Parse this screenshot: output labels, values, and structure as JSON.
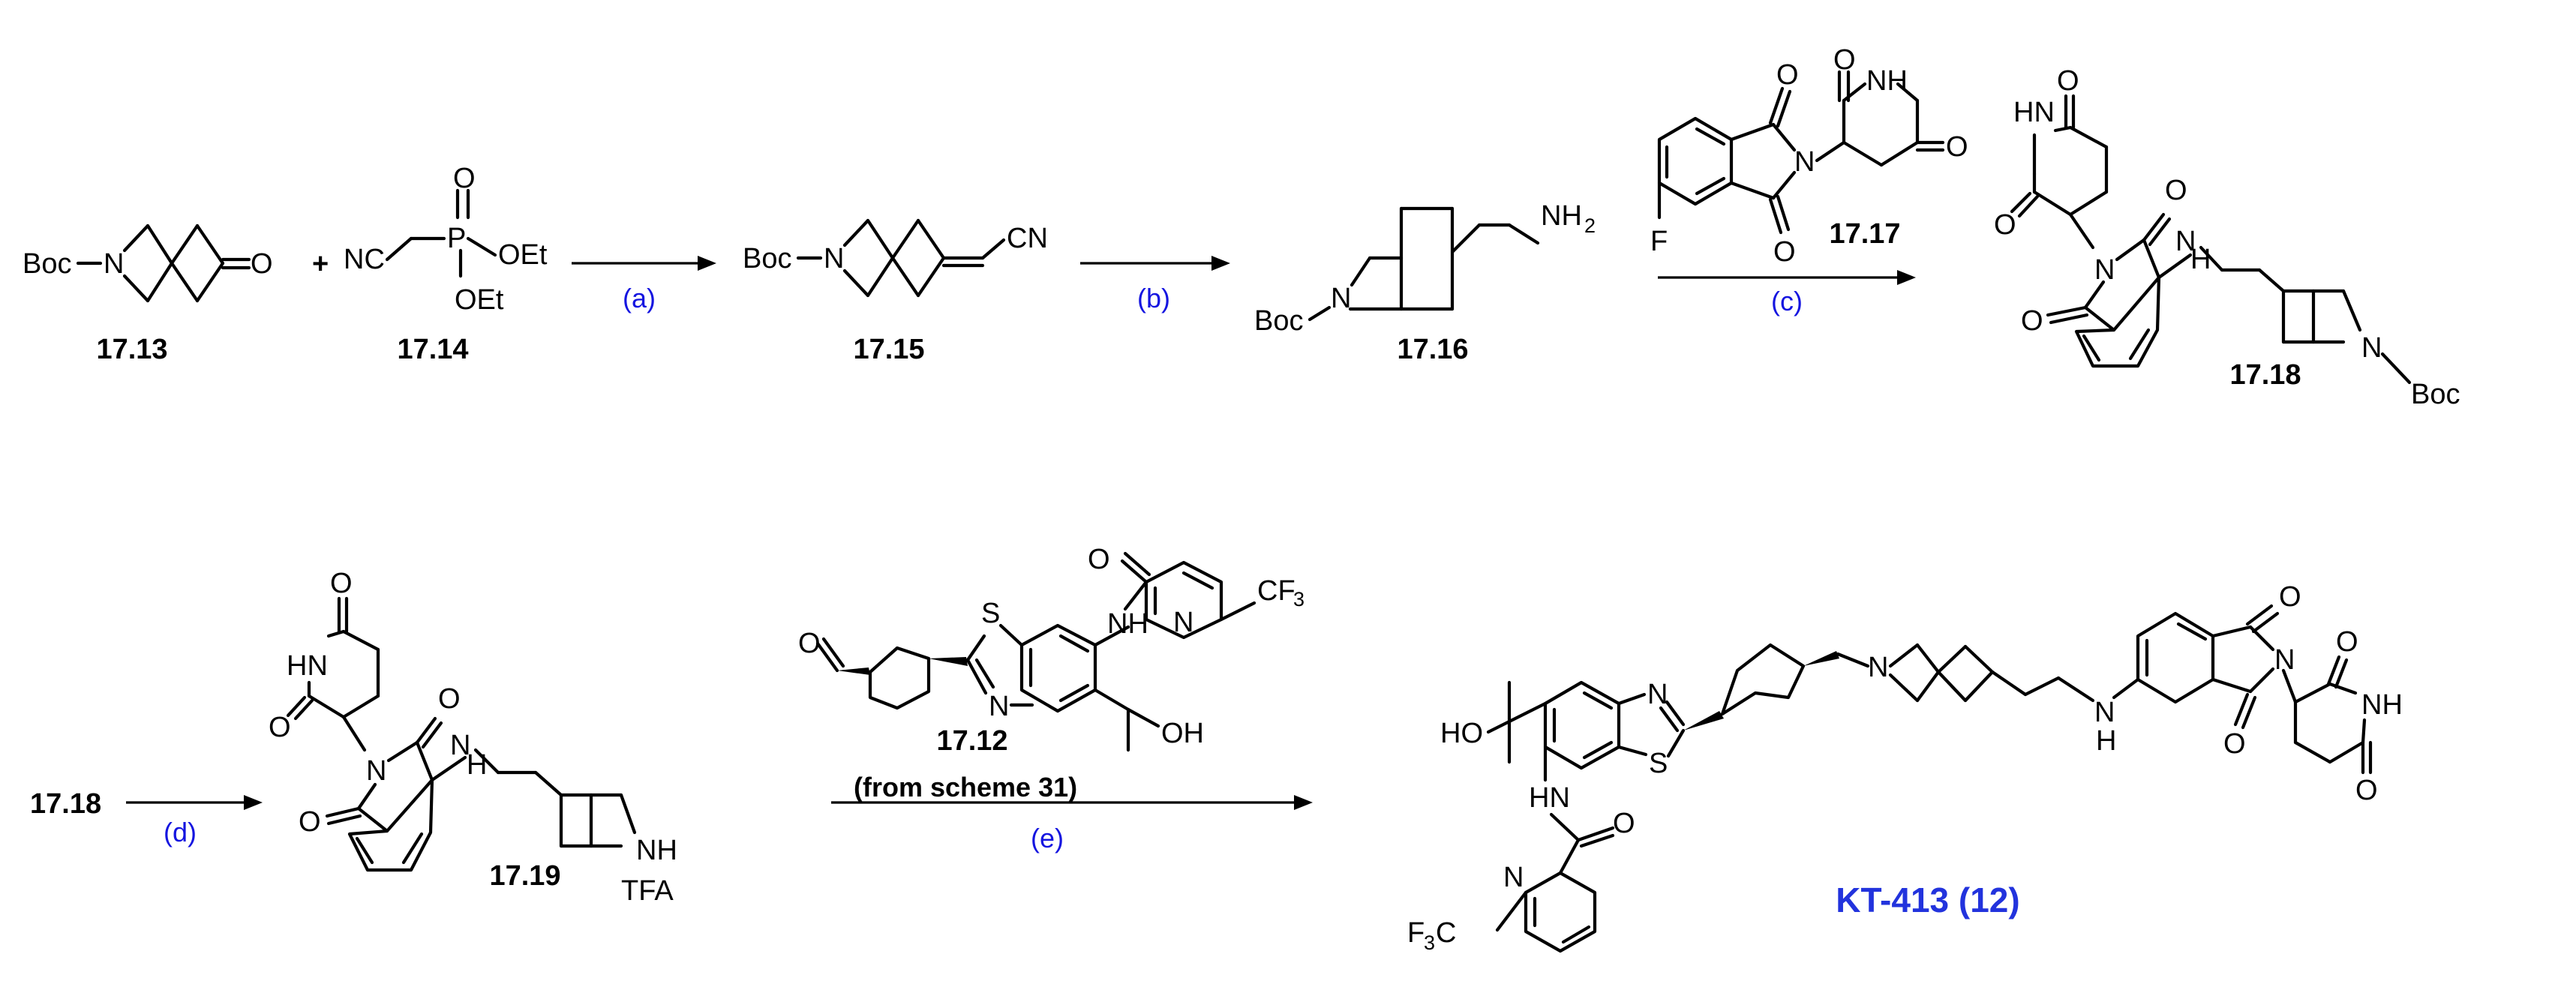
{
  "compounds": {
    "c1713": "17.13",
    "c1714": "17.14",
    "c1715": "17.15",
    "c1716": "17.16",
    "c1717": "17.17",
    "c1718": "17.18",
    "c1719": "17.19",
    "c1712": "17.12",
    "start_17_18": "17.18"
  },
  "conditions": {
    "a": "(a)",
    "b": "(b)",
    "c": "(c)",
    "d": "(d)",
    "e": "(e)",
    "from_scheme": "(from scheme 31)"
  },
  "product": "KT-413 (12)",
  "colors": {
    "condition": "#1515e0",
    "product": "#2233dd",
    "ink": "#000000"
  }
}
